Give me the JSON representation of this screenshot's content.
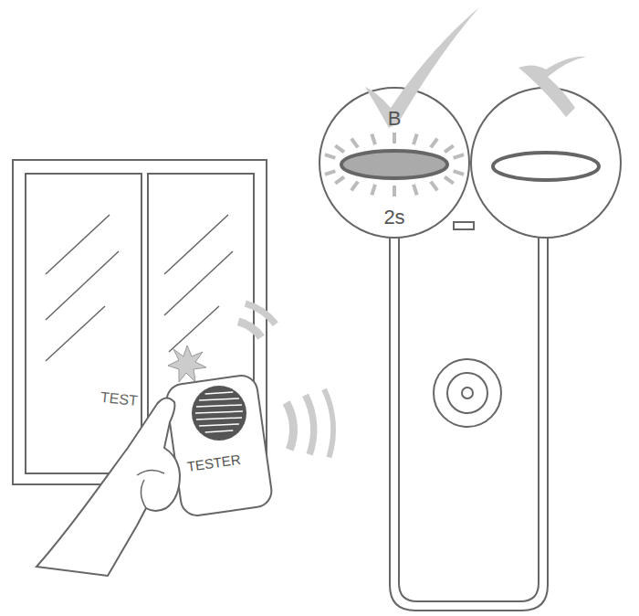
{
  "diagram": {
    "nodes": [
      {
        "text": [
          "TESTER"
        ]
      },
      {
        "text": [
          "B",
          "2s"
        ]
      }
    ],
    "labels": [
      "TEST"
    ]
  }
}
